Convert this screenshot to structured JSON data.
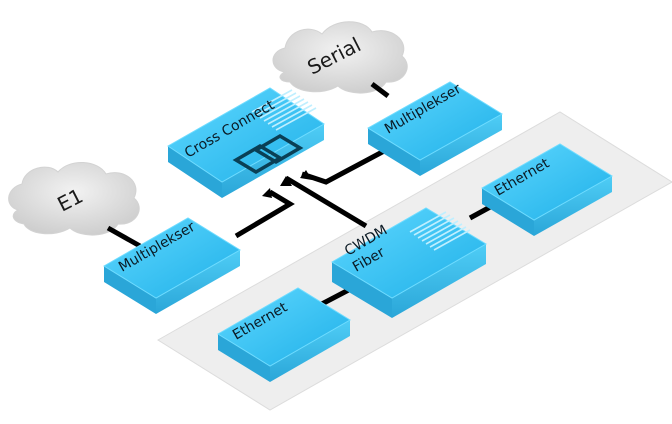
{
  "diagram": {
    "clouds": {
      "serial": "Serial",
      "e1": "E1"
    },
    "devices": {
      "cross_connect": "Cross Connect",
      "multiplexer_top": "Multiplekser",
      "multiplexer_left": "Multiplekser",
      "cwdm_line1": "CWDM",
      "cwdm_line2": "Fiber",
      "ethernet_right": "Ethernet",
      "ethernet_bottom": "Ethernet"
    },
    "colors": {
      "device_top": "#34c7f3",
      "device_side": "#1a92c9",
      "device_front": "#0f6fa5",
      "cloud": "#dcdcdc",
      "platform": "#ececec",
      "link": "#000000"
    }
  }
}
